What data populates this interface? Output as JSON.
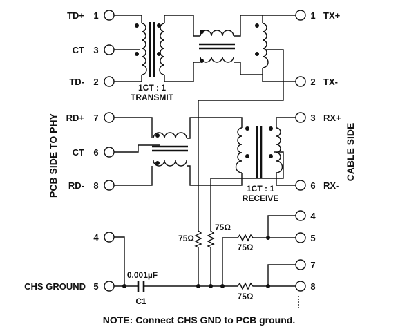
{
  "pcb": {
    "td_plus": {
      "name": "TD+",
      "num": "1"
    },
    "ct1": {
      "name": "CT",
      "num": "3"
    },
    "td_minus": {
      "name": "TD-",
      "num": "2"
    },
    "rd_plus": {
      "name": "RD+",
      "num": "7"
    },
    "ct2": {
      "name": "CT",
      "num": "6"
    },
    "rd_minus": {
      "name": "RD-",
      "num": "8"
    },
    "pin4": {
      "num": "4"
    },
    "chs_ground": {
      "name": "CHS GROUND",
      "num": "5"
    }
  },
  "cable": {
    "tx_plus": {
      "num": "1",
      "name": "TX+"
    },
    "tx_minus": {
      "num": "2",
      "name": "TX-"
    },
    "rx_plus": {
      "num": "3",
      "name": "RX+"
    },
    "rx_minus": {
      "num": "6",
      "name": "RX-"
    },
    "pin4": {
      "num": "4"
    },
    "pin5": {
      "num": "5"
    },
    "pin7": {
      "num": "7"
    },
    "pin8": {
      "num": "8"
    }
  },
  "transmit": {
    "ratio": "1CT : 1",
    "label": "TRANSMIT"
  },
  "receive": {
    "ratio": "1CT : 1",
    "label": "RECEIVE"
  },
  "resistors": {
    "r1": "75Ω",
    "r2": "75Ω",
    "r3": "75Ω",
    "r4": "75Ω"
  },
  "capacitor": {
    "value": "0.001µF",
    "ref": "C1"
  },
  "side_labels": {
    "left": "PCB SIDE TO PHY",
    "right": "CABLE SIDE"
  },
  "note": "NOTE:  Connect CHS GND to PCB ground."
}
